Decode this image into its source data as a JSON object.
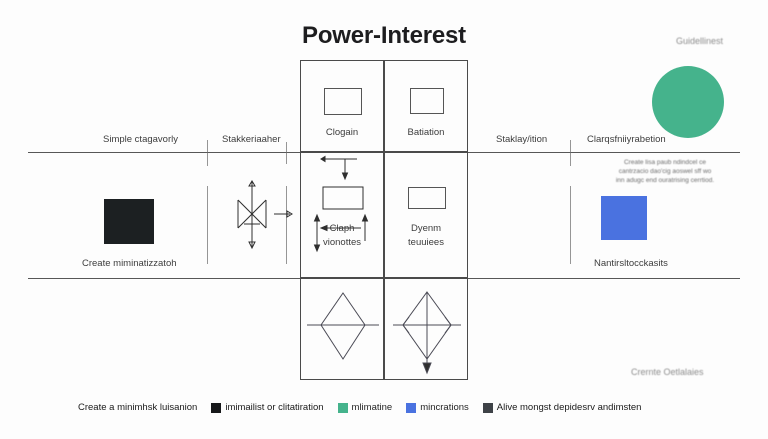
{
  "page": {
    "title": "Power-Interest",
    "background": "#fdfdfd"
  },
  "side": {
    "guidelines_label": "Guidellinest",
    "paragraph_line1": "Create lisa paub ndindcel ce",
    "paragraph_line2": "cantrzacio dao'cig aoswel sff wo",
    "paragraph_line3": "inn adugc end ouratrising cerrtiod.",
    "details_label": "Crernte Oetlalaies",
    "green_color": "#45b38c",
    "blue_color": "#4a72e0"
  },
  "row_labels": {
    "top": [
      "Simple ctagavorly",
      "Stakkeriaaher",
      "Staklay/ition",
      "Clarqsfniiyrabetion"
    ],
    "middle": [
      "Create miminatizzatoh",
      "Nantirsltocckasits"
    ]
  },
  "grid": {
    "cells": [
      {
        "label_line1": "Clogain",
        "label_line2": "",
        "shape": "rectangle"
      },
      {
        "label_line1": "Batiation",
        "label_line2": "",
        "shape": "rectangle"
      },
      {
        "label_line1": "Claph",
        "label_line2": "vionottes",
        "shape": "dimensioned-rectangle"
      },
      {
        "label_line1": "Dyenm",
        "label_line2": "teuuiees",
        "shape": "rectangle"
      },
      {
        "label_line1": "",
        "label_line2": "",
        "shape": "diamond"
      },
      {
        "label_line1": "",
        "label_line2": "",
        "shape": "diamond-arrow"
      }
    ]
  },
  "legend": {
    "items": [
      {
        "swatch": "none",
        "color": "",
        "label": "Create a minimhsk luisanion"
      },
      {
        "swatch": "square",
        "color": "#17181a",
        "label": "imimailist or clitatiration"
      },
      {
        "swatch": "square",
        "color": "#45b38c",
        "label": "mlimatine"
      },
      {
        "swatch": "square",
        "color": "#4a72e0",
        "label": "mincrations"
      },
      {
        "swatch": "square",
        "color": "#3e4247",
        "label": "Alive mongst depidesrv andimsten"
      }
    ]
  },
  "symbols": {
    "black_square_name": "black-filled-square",
    "valve_name": "bowtie-valve-symbol"
  }
}
